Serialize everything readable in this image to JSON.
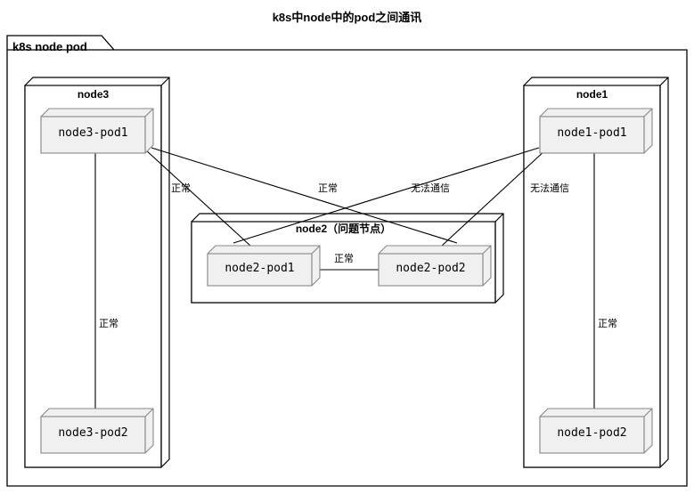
{
  "diagram": {
    "title": "k8s中node中的pod之间通讯",
    "package_label": "k8s node pod",
    "colors": {
      "stroke": "#000000",
      "pod_fill": "#F0F0F0",
      "pod_stroke": "#888888",
      "pod_top_fill": "#EFEFEF",
      "background": "#FFFFFF"
    },
    "nodes": [
      {
        "id": "node3",
        "title": "node3",
        "pods": [
          {
            "id": "node3-pod1",
            "label": "node3-pod1"
          },
          {
            "id": "node3-pod2",
            "label": "node3-pod2"
          }
        ]
      },
      {
        "id": "node2",
        "title": "node2（问题节点）",
        "pods": [
          {
            "id": "node2-pod1",
            "label": "node2-pod1"
          },
          {
            "id": "node2-pod2",
            "label": "node2-pod2"
          }
        ]
      },
      {
        "id": "node1",
        "title": "node1",
        "pods": [
          {
            "id": "node1-pod1",
            "label": "node1-pod1"
          },
          {
            "id": "node1-pod2",
            "label": "node1-pod2"
          }
        ]
      }
    ],
    "edges": [
      {
        "id": "edge-node3pod1-node3pod2",
        "from": "node3-pod1",
        "to": "node3-pod2",
        "label": "正常"
      },
      {
        "id": "edge-node1pod1-node1pod2",
        "from": "node1-pod1",
        "to": "node1-pod2",
        "label": "正常"
      },
      {
        "id": "edge-node2pod1-node2pod2",
        "from": "node2-pod1",
        "to": "node2-pod2",
        "label": "正常"
      },
      {
        "id": "edge-node3pod1-node2pod1",
        "from": "node3-pod1",
        "to": "node2-pod1",
        "label": "正常"
      },
      {
        "id": "edge-node1pod1-node2pod2",
        "from": "node1-pod1",
        "to": "node2-pod2",
        "label": "正常"
      },
      {
        "id": "edge-node3pod1-node2pod2",
        "from": "node3-pod1",
        "to": "node2-pod2",
        "label": "无法通信"
      },
      {
        "id": "edge-node1pod1-node2pod1",
        "from": "node1-pod1",
        "to": "node2-pod1",
        "label": "无法通信"
      }
    ],
    "edge_labels": {
      "left_cross": "正常",
      "center_cross": "正常",
      "right_cross": "无法通信",
      "far_right": "无法通信",
      "node3_internal": "正常",
      "node1_internal": "正常",
      "node2_internal": "正常"
    }
  }
}
